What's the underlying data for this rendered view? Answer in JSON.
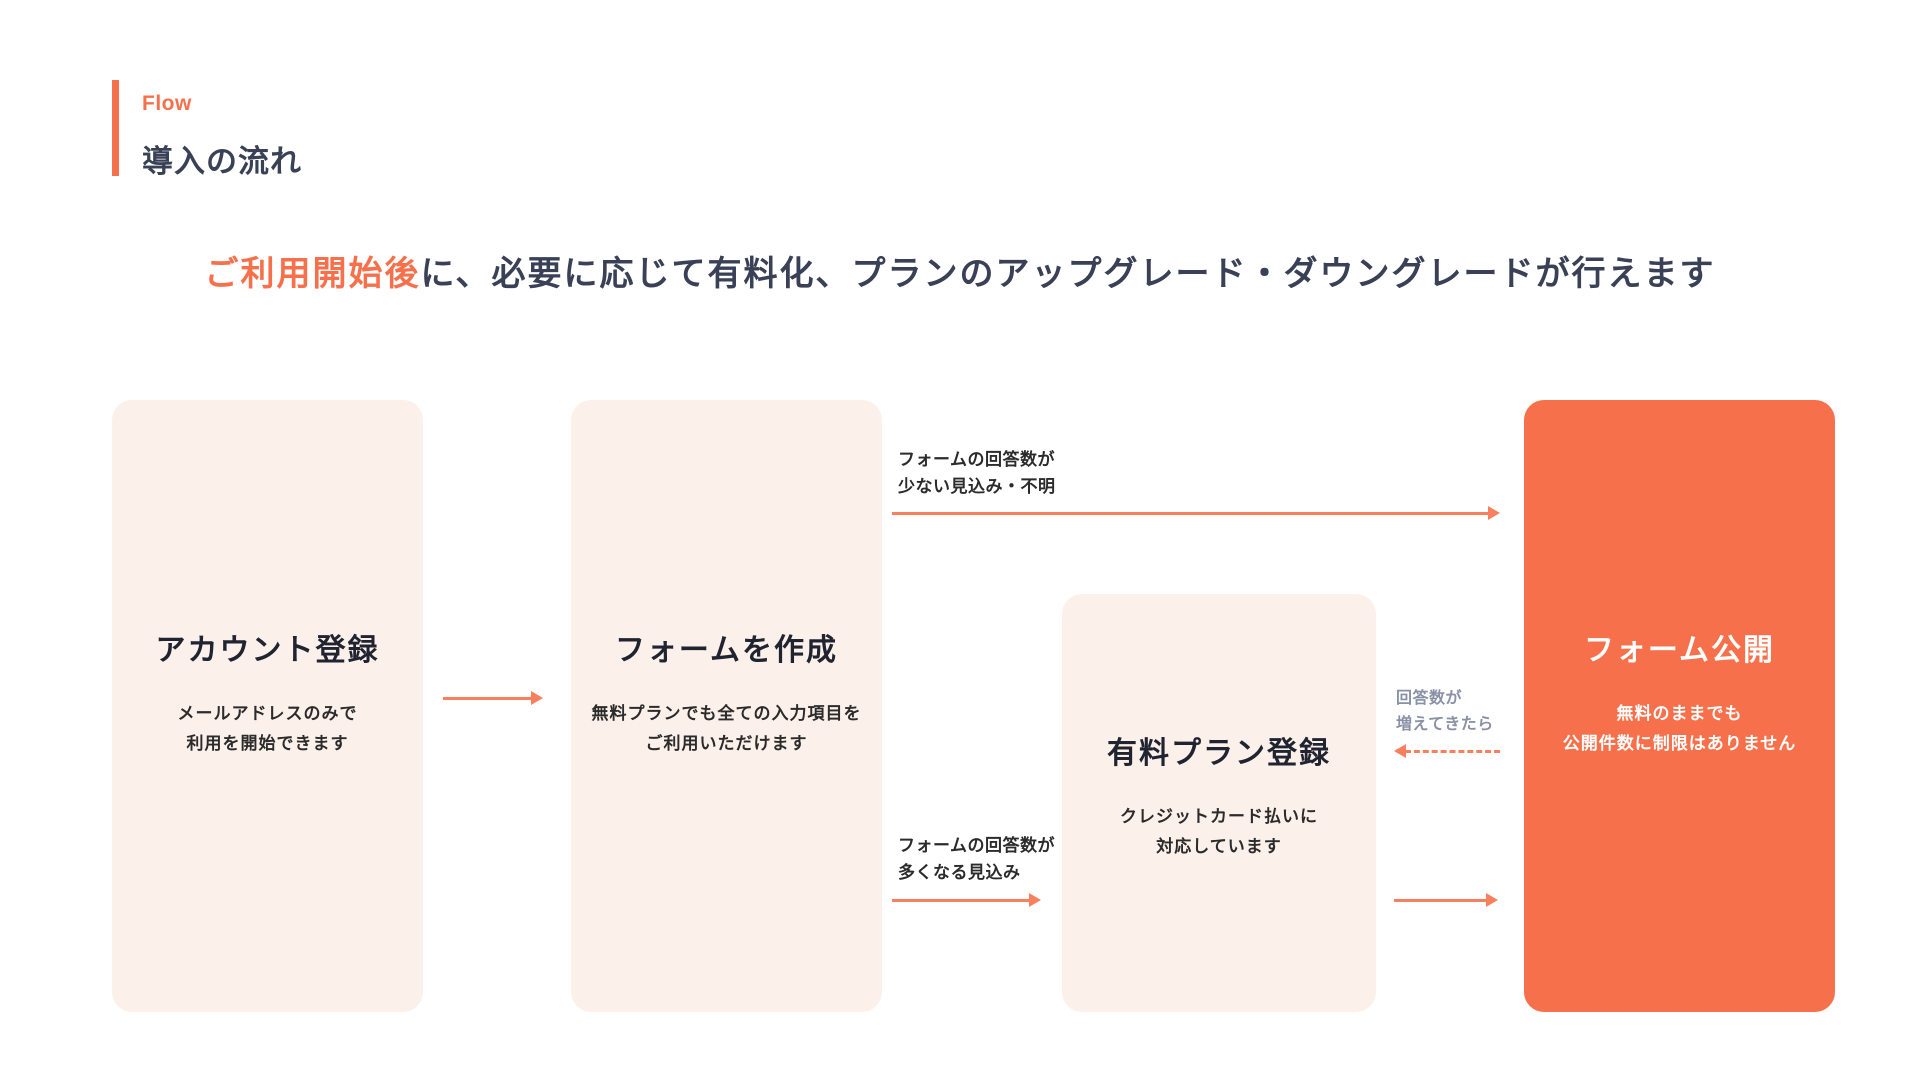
{
  "header": {
    "eyebrow": "Flow",
    "title": "導入の流れ"
  },
  "subtitle": {
    "highlight": "ご利用開始後",
    "rest": "に、必要に応じて有料化、プランのアップグレード・ダウングレードが行えます"
  },
  "cards": [
    {
      "id": "account-registration",
      "title": "アカウント登録",
      "lines": [
        "メールアドレスのみで",
        "利用を開始できます"
      ]
    },
    {
      "id": "create-form",
      "title": "フォームを作成",
      "lines": [
        "無料プランでも全ての入力項目を",
        "ご利用いただけます"
      ]
    },
    {
      "id": "paid-plan-registration",
      "title": "有料プラン登録",
      "lines": [
        "クレジットカード払いに",
        "対応しています"
      ]
    },
    {
      "id": "publish-form",
      "title": "フォーム公開",
      "lines": [
        "無料のままでも",
        "公開件数に制限はありません"
      ]
    }
  ],
  "arrow_labels": {
    "few_responses": [
      "フォームの回答数が",
      "少ない見込み・不明"
    ],
    "many_responses": [
      "フォームの回答数が",
      "多くなる見込み"
    ],
    "responses_grow": [
      "回答数が",
      "増えてきたら"
    ]
  },
  "colors": {
    "accent": "#F6714B",
    "arrow": "#F7815E",
    "card_bg": "#FCF0EA",
    "heading": "#3A4156",
    "muted_label": "#8A91A5"
  }
}
